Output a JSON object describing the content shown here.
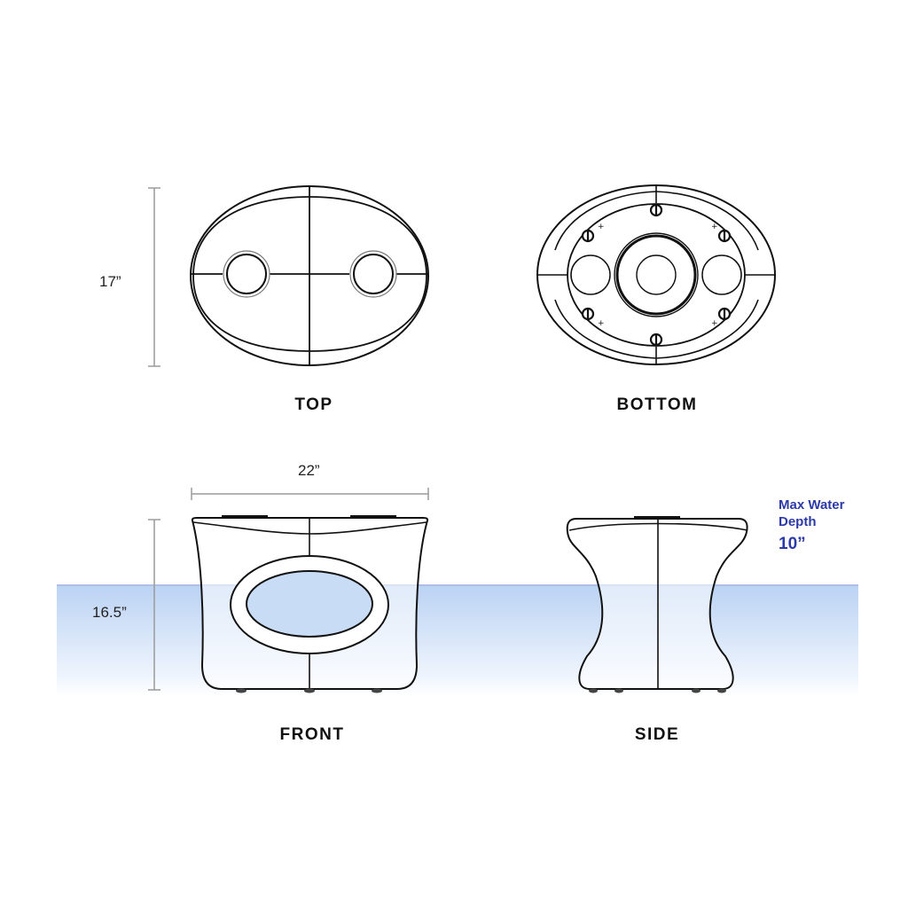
{
  "views": {
    "top": {
      "label": "TOP"
    },
    "bottom": {
      "label": "BOTTOM"
    },
    "front": {
      "label": "FRONT"
    },
    "side": {
      "label": "SIDE"
    }
  },
  "dimensions": {
    "depth": "17”",
    "width": "22”",
    "height": "16.5”"
  },
  "water": {
    "title_line1": "Max Water",
    "title_line2": "Depth",
    "depth": "10”",
    "note_color": "#2c3aa8",
    "band_color": "#bcd3f3"
  }
}
